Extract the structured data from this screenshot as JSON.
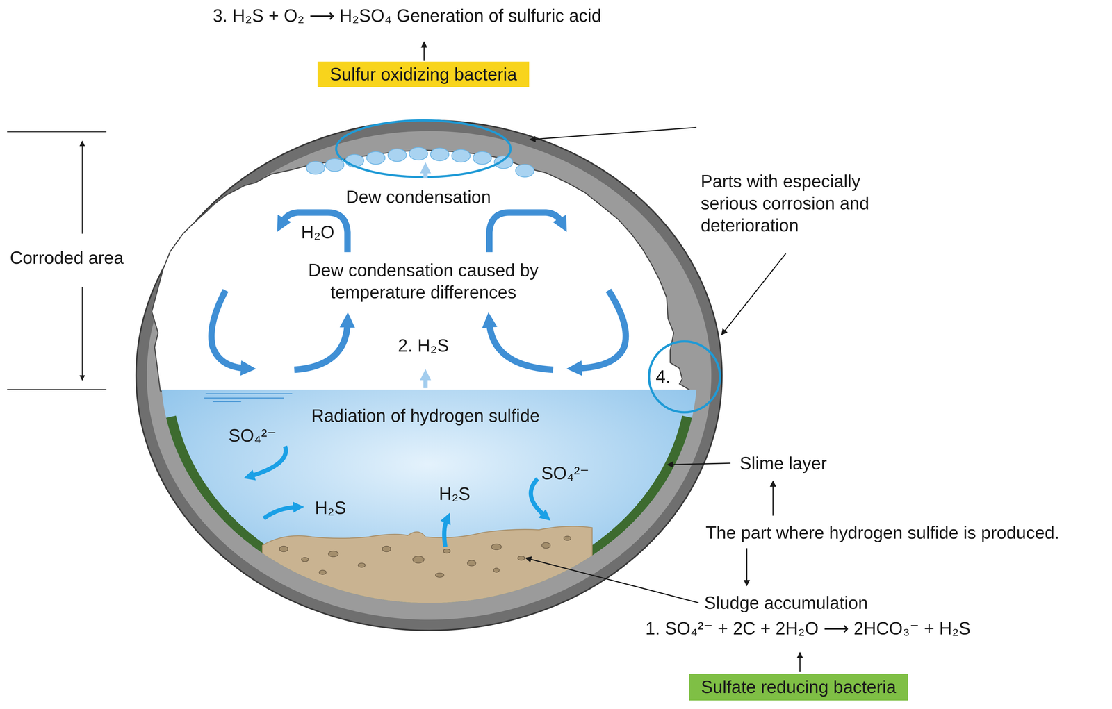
{
  "diagram": {
    "nodes": [
      {
        "text": [
          "Sulfur oxidizing bacteria"
        ]
      },
      {
        "text": [
          "4."
        ]
      },
      {
        "text": [
          "Sulfate reducing bacteria"
        ]
      }
    ],
    "labels": [
      "3. H₂S + O₂ ⟶ H₂SO₄ Generation of sulfuric acid",
      "Dew condensation",
      "H₂O",
      "Dew condensation caused by temperature differences",
      "Corroded area",
      "Parts with especially serious corrosion and deterioration",
      "2. H₂S",
      "Radiation of hydrogen sulfide",
      "SO₄²⁻",
      "Slime layer",
      "SO₄²⁻",
      "H₂S",
      "H₂S",
      "The part where hydrogen sulfide is produced.",
      "Sludge accumulation",
      "1. SO₄²⁻ + 2C + 2H₂O ⟶ 2HCO₃⁻ + H₂S"
    ]
  }
}
